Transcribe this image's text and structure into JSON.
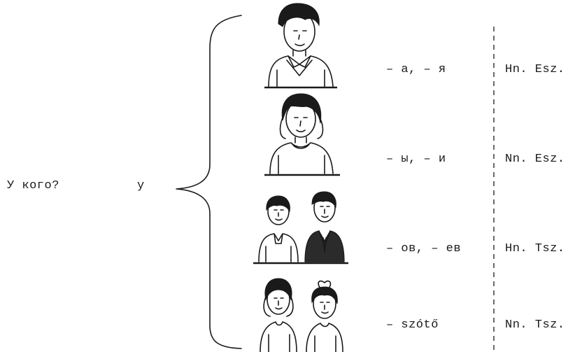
{
  "question": "У кого?",
  "preposition": "у",
  "rows": [
    {
      "ending": "– а,  – я",
      "label": "Hn. Esz."
    },
    {
      "ending": "– ы,  – и",
      "label": "Nn. Esz."
    },
    {
      "ending": "– ов, – ев",
      "label": "Hn. Tsz."
    },
    {
      "ending": "–   szótő",
      "label": "Nn. Tsz."
    }
  ],
  "figures": [
    "boy-icon",
    "girl-icon",
    "two-boys-icon",
    "two-girls-icon"
  ]
}
